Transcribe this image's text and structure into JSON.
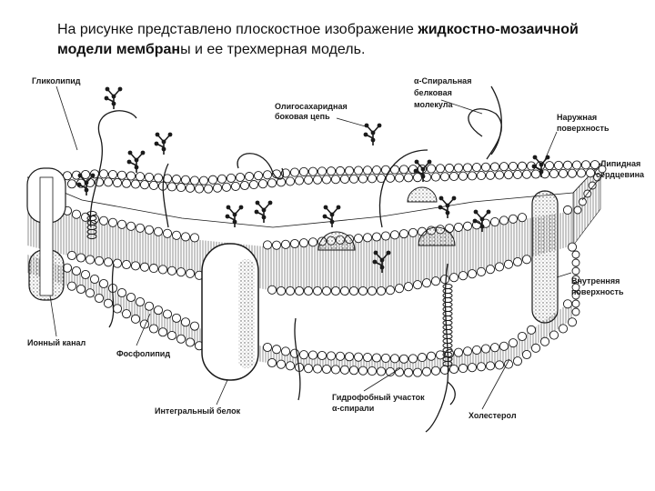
{
  "caption": {
    "part1": "На рисунке представлено плоскостное изображение ",
    "bold1": "жидкостно-мозаичной модели мембран",
    "part2": "ы и ее трехмерная модель."
  },
  "labels": {
    "glycolipid": "Гликолипид",
    "oligosaccharide_1": "Олигосахаридная",
    "oligosaccharide_2": "боковая цепь",
    "alpha_helix_1": "α-Спиральная",
    "alpha_helix_2": "белковая",
    "alpha_helix_3": "молекула",
    "outer_surface_1": "Наружная",
    "outer_surface_2": "поверхность",
    "lipid_core_1": "Липидная",
    "lipid_core_2": "сердцевина",
    "inner_surface_1": "Внутренняя",
    "inner_surface_2": "поверхность",
    "ion_channel": "Ионный канал",
    "phospholipid": "Фосфолипид",
    "integral_protein": "Интегральный белок",
    "hydrophobic_1": "Гидрофобный участок",
    "hydrophobic_2": "α-спирали",
    "cholesterol": "Холестерол"
  },
  "colors": {
    "ink": "#1a1a1a",
    "protein_fill": "#b9b9b9",
    "head_fill": "#ffffff",
    "background": "#ffffff"
  }
}
